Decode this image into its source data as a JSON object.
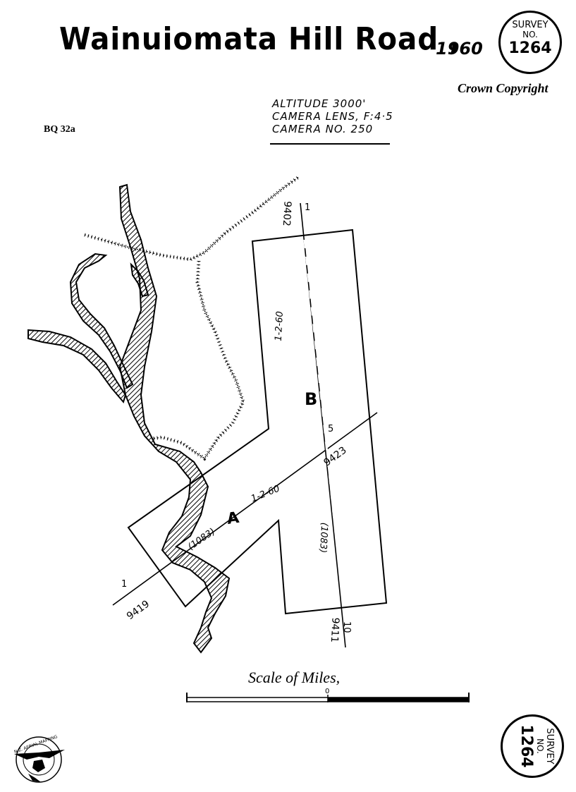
{
  "header": {
    "title": "Wainuiomata Hill Road ,",
    "year": "1960",
    "copyright": "Crown Copyright",
    "reference": "BQ 32a"
  },
  "flight_info": {
    "altitude": "ALTITUDE 3000'",
    "lens": "CAMERA LENS, F:4·5",
    "camera": "CAMERA NO. 250"
  },
  "stamp": {
    "line1": "SURVEY",
    "line2": "NO.",
    "number": "1264"
  },
  "runs": [
    {
      "label": "A",
      "date": "1-2-60",
      "height": "(1083)",
      "start_frame_number": "9419",
      "start_frame_index": "1",
      "end_frame_number": "9423",
      "end_frame_index": "5"
    },
    {
      "label": "B",
      "date": "1-2-60",
      "height": "(1083)",
      "start_frame_number": "9402",
      "start_frame_index": "1",
      "end_frame_number": "9411",
      "end_frame_index": "10"
    }
  ],
  "scale": {
    "title": "Scale of Miles,",
    "zero": "0"
  },
  "logo": {
    "text": "N.Z. AERIAL MAPPING LTD."
  }
}
